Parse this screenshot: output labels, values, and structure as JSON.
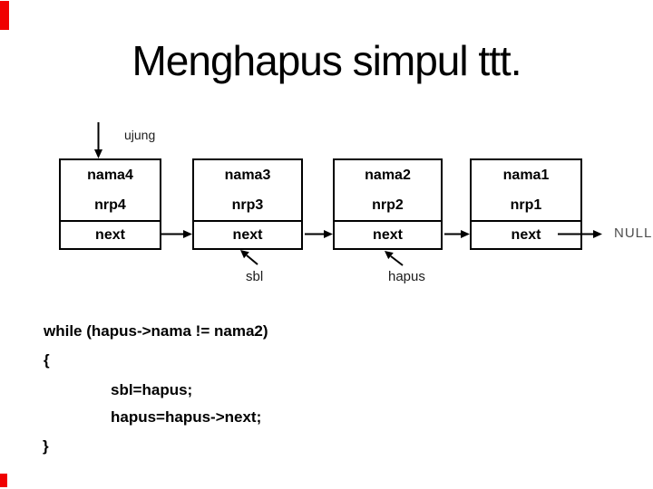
{
  "slide": {
    "title": "Menghapus simpul ttt.",
    "diagram": {
      "head_pointer_label": "ujung",
      "terminator_label": "NULL",
      "nodes": [
        {
          "nama": "nama4",
          "nrp": "nrp4",
          "next": "next"
        },
        {
          "nama": "nama3",
          "nrp": "nrp3",
          "next": "next"
        },
        {
          "nama": "nama2",
          "nrp": "nrp2",
          "next": "next"
        },
        {
          "nama": "nama1",
          "nrp": "nrp1",
          "next": "next"
        }
      ],
      "traversal_pointers": [
        {
          "label": "sbl",
          "points_to_node": "nama3"
        },
        {
          "label": "hapus",
          "points_to_node": "nama2"
        }
      ]
    },
    "code_lines": [
      "while (hapus->nama != nama2)",
      "{",
      "sbl=hapus;",
      "hapus=hapus->next;",
      "}"
    ],
    "colors": {
      "background": "#ffffff",
      "text": "#000000",
      "muted_label": "#4d4d4d",
      "corner_mark_red": "#f00000"
    }
  }
}
